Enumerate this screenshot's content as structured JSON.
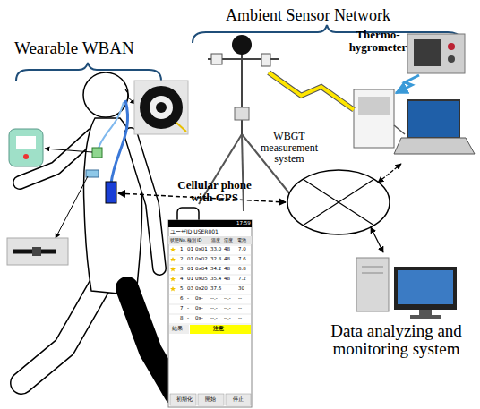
{
  "diagram": {
    "nodes": [
      {
        "text": [
          "Cellular phone with GPS"
        ]
      },
      {
        "text": [
          "WBGT measurement system"
        ]
      },
      {
        "text": [
          "Thermo-hygrometer"
        ]
      },
      {
        "text": [
          "Data analyzing and monitoring system"
        ]
      }
    ],
    "edges": [
      {
        "from": 1,
        "to": 2,
        "arrow": "none"
      }
    ],
    "labels": [
      "Wearable WBAN",
      "Ambient Sensor Network",
      "17:59",
      "ユーザID USER001",
      "状態",
      "No.",
      "種別",
      "ID",
      "温度",
      "湿度",
      "電池",
      "1",
      "01",
      "0x01",
      "33.0",
      "48",
      "7.0",
      "2",
      "01",
      "0x02",
      "32.8",
      "48",
      "7.6",
      "3",
      "01",
      "0x04",
      "34.2",
      "48",
      "6.8",
      "4",
      "01",
      "0x05",
      "35.4",
      "48",
      "7.2",
      "5",
      "03",
      "0x20",
      "37.6",
      "30",
      "6",
      "-",
      "0x-",
      "--.-",
      "--.-",
      "--",
      "7",
      "-",
      "0x-",
      "--.-",
      "--.-",
      "--",
      "8",
      "-",
      "0x-",
      "--.-",
      "--.-",
      "--",
      "結果",
      "注意",
      "初期化",
      "開始",
      "停止"
    ]
  }
}
